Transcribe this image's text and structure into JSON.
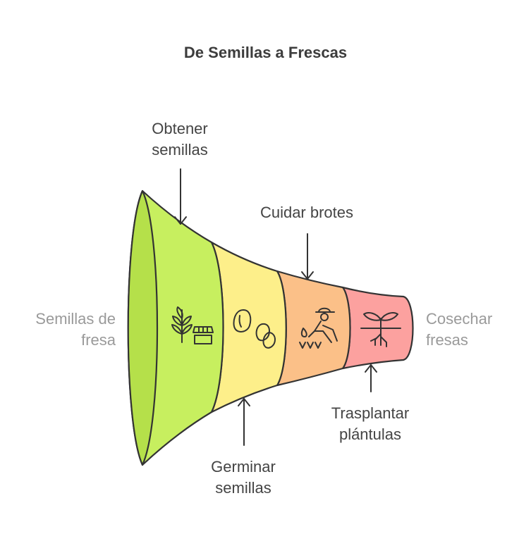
{
  "title": "De Semillas a Frescas",
  "input_label": {
    "line1": "Semillas de",
    "line2": "fresa"
  },
  "output_label": {
    "line1": "Cosechar",
    "line2": "fresas"
  },
  "stages": [
    {
      "line1": "Obtener",
      "line2": "semillas",
      "color": "#c7ef5f",
      "icon": "seedling-market-icon"
    },
    {
      "line1": "Germinar",
      "line2": "semillas",
      "color": "#fdef8a",
      "icon": "seeds-icon"
    },
    {
      "line1": "Cuidar brotes",
      "line2": "",
      "color": "#fbc088",
      "icon": "farmer-planting-icon"
    },
    {
      "line1": "Trasplantar",
      "line2": "plántulas",
      "color": "#fca19f",
      "icon": "sprout-roots-icon"
    }
  ]
}
